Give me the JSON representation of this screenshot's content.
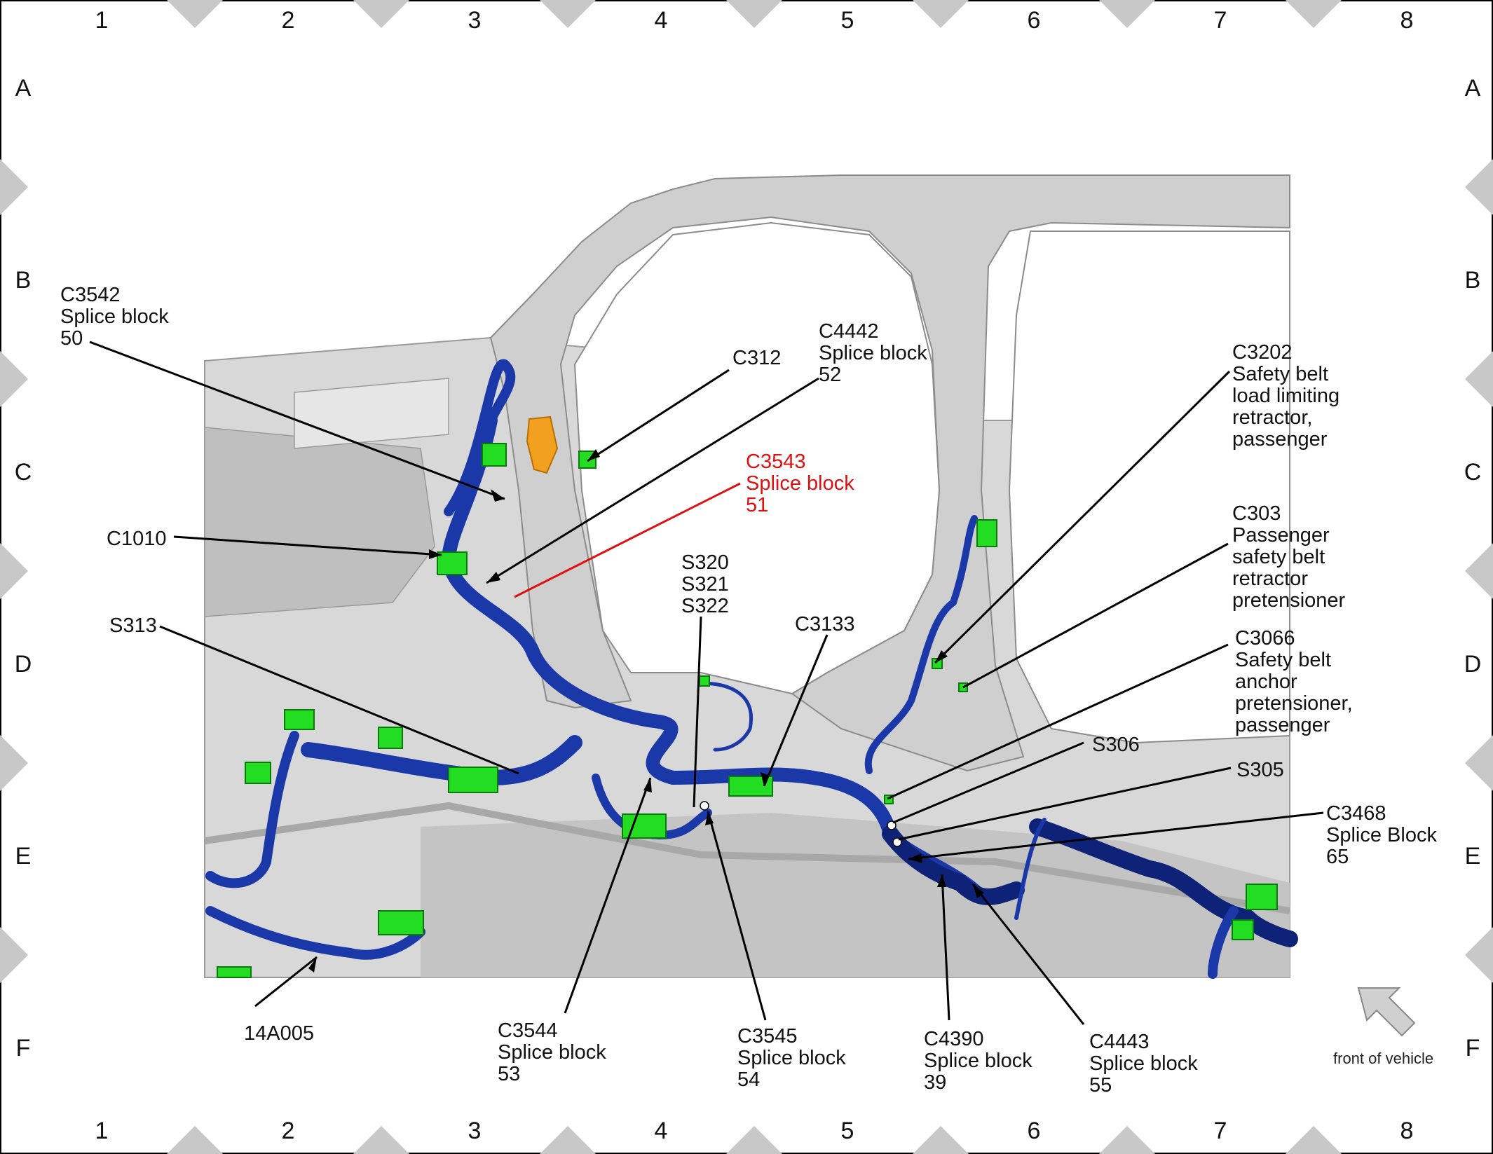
{
  "grid": {
    "columns": [
      "1",
      "2",
      "3",
      "4",
      "5",
      "6",
      "7",
      "8"
    ],
    "rows": [
      "A",
      "B",
      "C",
      "D",
      "E",
      "F"
    ]
  },
  "callouts": {
    "c3542": {
      "lines": [
        "C3542",
        "Splice block",
        "50"
      ]
    },
    "c312": {
      "lines": [
        "C312"
      ]
    },
    "c4442": {
      "lines": [
        "C4442",
        "Splice block",
        "52"
      ]
    },
    "c3543": {
      "lines": [
        "C3543",
        "Splice block",
        "51"
      ]
    },
    "c1010": {
      "lines": [
        "C1010"
      ]
    },
    "s320": {
      "lines": [
        "S320",
        "S321",
        "S322"
      ]
    },
    "c3133": {
      "lines": [
        "C3133"
      ]
    },
    "s313": {
      "lines": [
        "S313"
      ]
    },
    "c3202": {
      "lines": [
        "C3202",
        "Safety belt",
        "load limiting",
        "retractor,",
        "passenger"
      ]
    },
    "c303": {
      "lines": [
        "C303",
        "Passenger",
        "safety belt",
        "retractor",
        "pretensioner"
      ]
    },
    "c3066": {
      "lines": [
        "C3066",
        "Safety belt",
        "anchor",
        "pretensioner,",
        "passenger"
      ]
    },
    "s306": {
      "lines": [
        "S306"
      ]
    },
    "s305": {
      "lines": [
        "S305"
      ]
    },
    "c3468": {
      "lines": [
        "C3468",
        "Splice Block",
        "65"
      ]
    },
    "a14005": {
      "lines": [
        "14A005"
      ]
    },
    "c3544": {
      "lines": [
        "C3544",
        "Splice block",
        "53"
      ]
    },
    "c3545": {
      "lines": [
        "C3545",
        "Splice block",
        "54"
      ]
    },
    "c4390": {
      "lines": [
        "C4390",
        "Splice block",
        "39"
      ]
    },
    "c4443": {
      "lines": [
        "C4443",
        "Splice block",
        "55"
      ]
    }
  },
  "orientation": {
    "label": "front of vehicle"
  },
  "colors": {
    "harness": "#1a38a8",
    "connector": "#22dd22",
    "highlight": "#e01010",
    "body_panel": "#d6d6d6"
  }
}
